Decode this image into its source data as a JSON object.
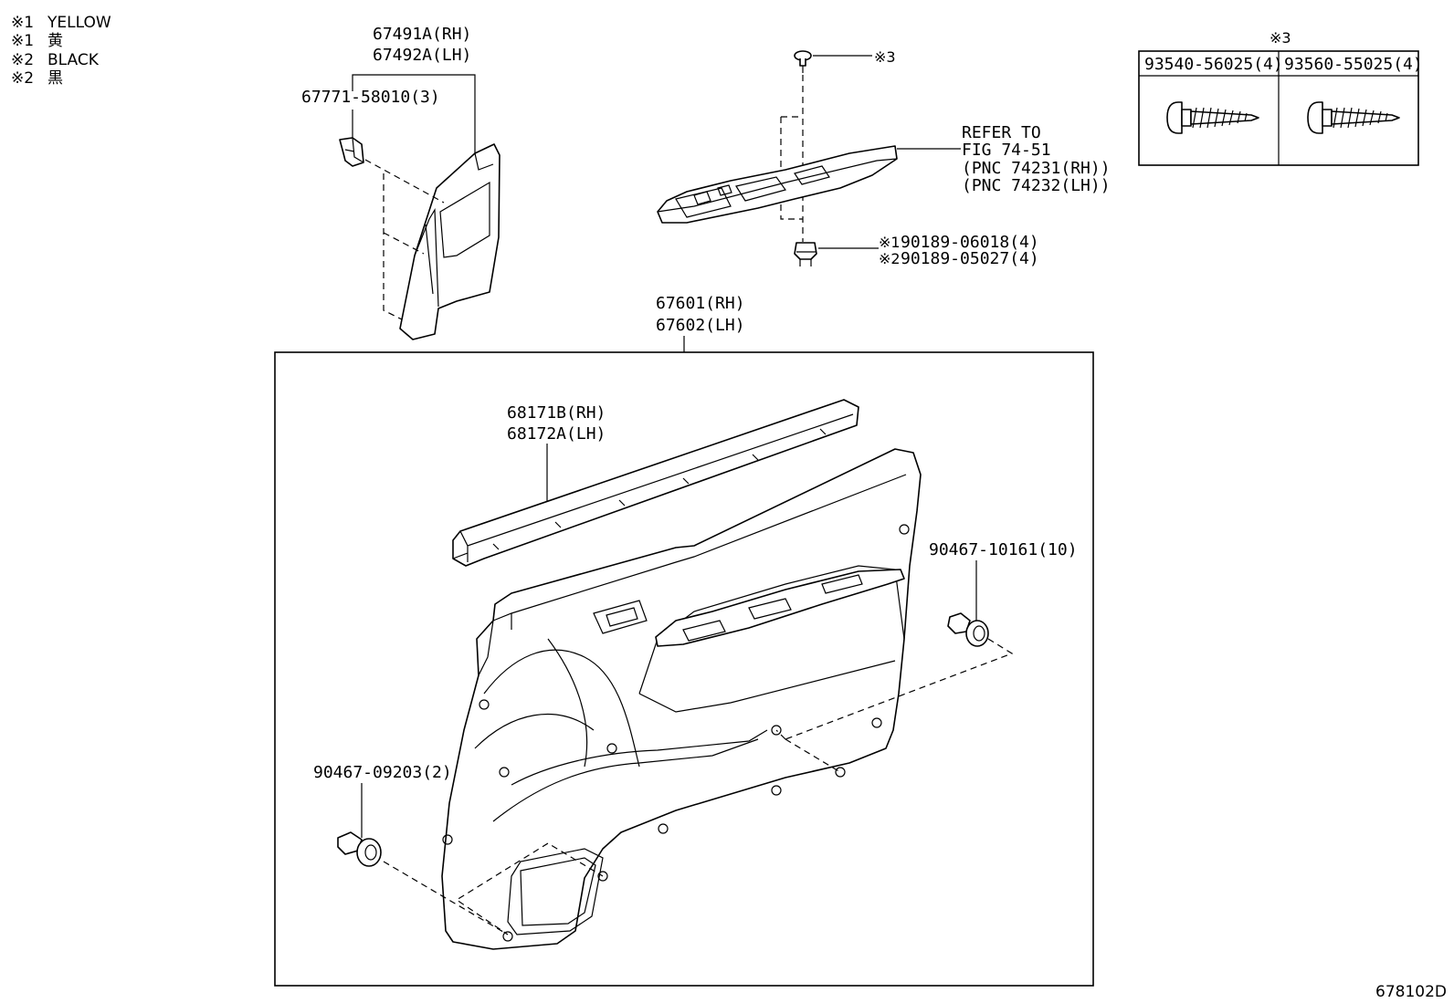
{
  "legend": [
    {
      "mark": "※1",
      "text": "YELLOW"
    },
    {
      "mark": "※1",
      "text": "黄"
    },
    {
      "mark": "※2",
      "text": "BLACK"
    },
    {
      "mark": "※2",
      "text": "黒"
    }
  ],
  "callouts": {
    "garnish_rh": "67491A(RH)",
    "garnish_lh": "67492A(LH)",
    "clip_small": "67771-58010(3)",
    "screw_mark": "※3",
    "refer_to": "REFER TO",
    "refer_fig": "FIG 74-51",
    "refer_pnc_rh": "(PNC 74231(RH))",
    "refer_pnc_lh": "(PNC 74232(LH))",
    "nut_mark_1": "※1",
    "nut_1": "90189-06018(4)",
    "nut_mark_2": "※2",
    "nut_2": "90189-05027(4)",
    "panel_rh": "67601(RH)",
    "panel_lh": "67602(LH)",
    "weather_rh": "68171B(RH)",
    "weather_lh": "68172A(LH)",
    "clip_right": "90467-10161(10)",
    "clip_left": "90467-09203(2)",
    "diagram_id": "678102D"
  },
  "screw_table": {
    "header_mark": "※3",
    "columns": [
      "93540-56025(4)",
      "93560-55025(4)"
    ]
  }
}
